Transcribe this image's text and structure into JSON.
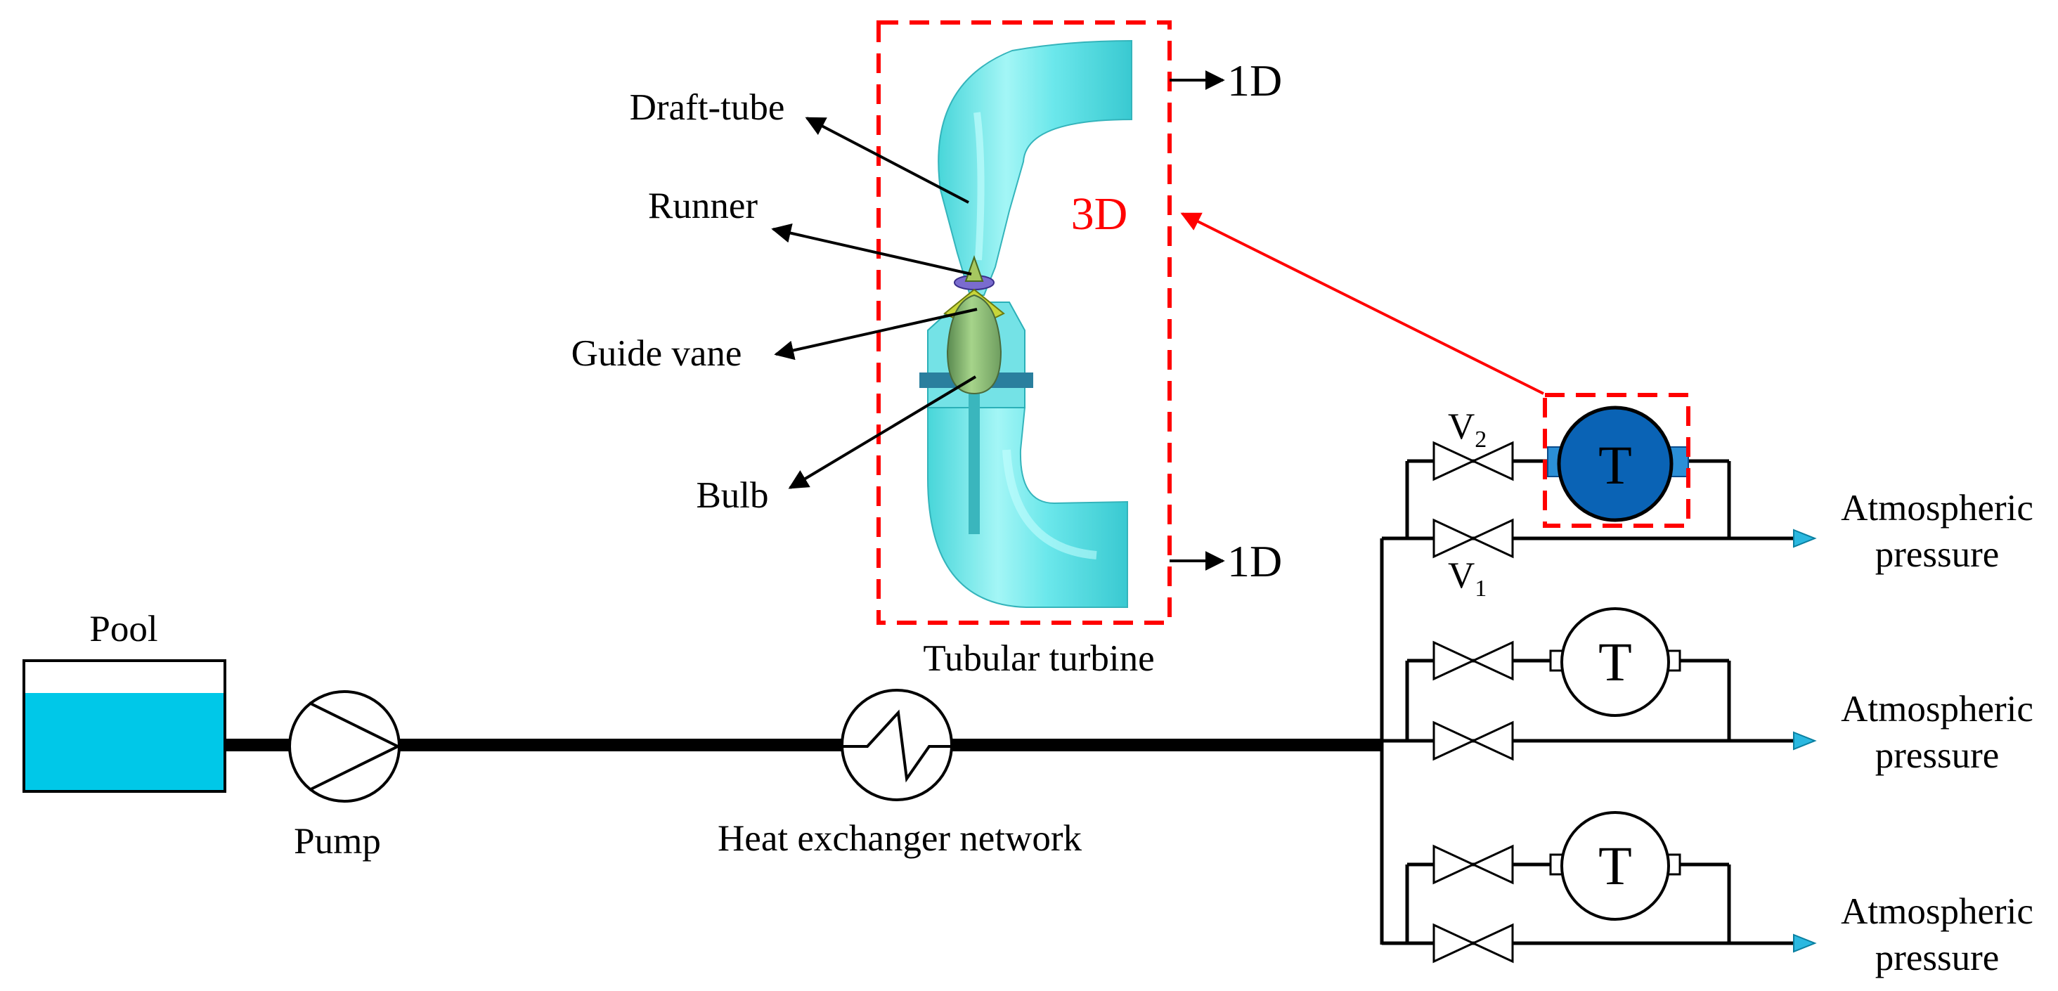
{
  "labels": {
    "pool": "Pool",
    "pump": "Pump",
    "heat_exchanger": "Heat exchanger network",
    "tubular_turbine": "Tubular turbine",
    "draft_tube": "Draft-tube",
    "runner": "Runner",
    "guide_vane": "Guide vane",
    "bulb": "Bulb",
    "dim_3d": "3D",
    "dim_1d_top": "1D",
    "dim_1d_bottom": "1D",
    "valve_v2": "V",
    "valve_v2_sub": "2",
    "valve_v1": "V",
    "valve_v1_sub": "1",
    "turbine_symbol": "T",
    "outlets": [
      {
        "line1": "Atmospheric",
        "line2": "pressure"
      },
      {
        "line1": "Atmospheric",
        "line2": "pressure"
      },
      {
        "line1": "Atmospheric",
        "line2": "pressure"
      }
    ]
  },
  "colors": {
    "water": "#00c8e8",
    "turbine_body": "#5fe8e8",
    "turbine_highlight": "#c9ffff",
    "active_turbine": "#0a63b5",
    "highlight_red": "#ff0000",
    "outlet_arrow": "#2ab8e0",
    "bulb": "#88b870"
  }
}
